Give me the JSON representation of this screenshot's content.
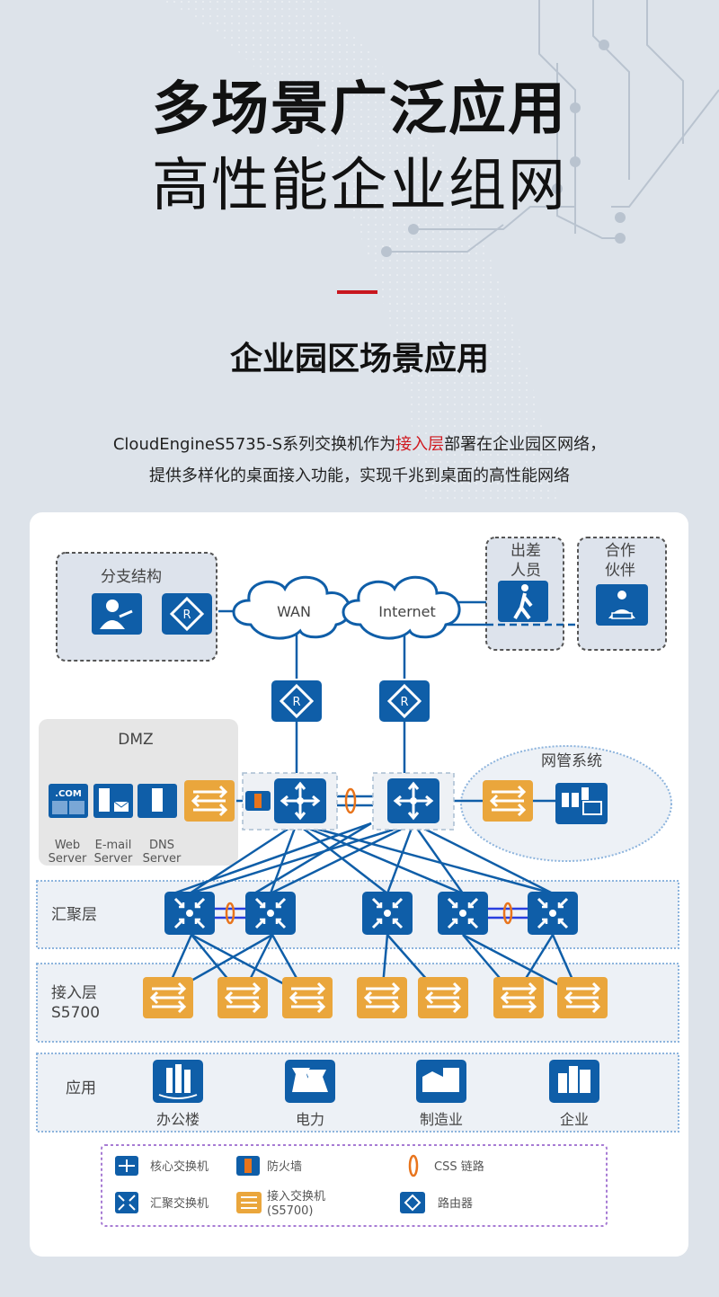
{
  "hero": {
    "title_line1": "多场景广泛应用",
    "title_line2": "高性能企业组网"
  },
  "section": {
    "title": "企业园区场景应用"
  },
  "intro": {
    "line1_before": "CloudEngineS5735-S系列交换机作为",
    "line1_highlight": "接入层",
    "line1_after": "部署在企业园区网络，",
    "line2": "提供多样化的桌面接入功能，实现千兆到桌面的高性能网络"
  },
  "colors": {
    "accent_red": "#c8161e",
    "device_blue": "#0f5ea8",
    "access_orange": "#eaa63c",
    "css_link": "#e8741c",
    "legend_border": "#a77bd4"
  },
  "diagram": {
    "branch": {
      "label": "分支结构",
      "icons": [
        "branch-user-icon",
        "router-icon"
      ]
    },
    "wan": {
      "label": "WAN"
    },
    "internet": {
      "label": "Internet"
    },
    "travel": {
      "label_line1": "出差",
      "label_line2": "人员",
      "icon": "traveler-icon"
    },
    "partner": {
      "label_line1": "合作",
      "label_line2": "伙伴",
      "icon": "partner-icon"
    },
    "dmz": {
      "label": "DMZ",
      "servers": [
        {
          "icon": "web-server-icon",
          "badge": ".COM",
          "line1": "Web",
          "line2": "Server"
        },
        {
          "icon": "email-server-icon",
          "line1": "E-mail",
          "line2": "Server"
        },
        {
          "icon": "dns-server-icon",
          "line1": "DNS",
          "line2": "Server"
        }
      ]
    },
    "nms": {
      "label": "网管系统"
    },
    "layers": [
      {
        "label": "汇聚层"
      },
      {
        "label_line1": "接入层",
        "label_line2": "S5700"
      },
      {
        "label": "应用"
      }
    ],
    "applications": [
      {
        "label": "办公楼",
        "icon": "office-building-icon"
      },
      {
        "label": "电力",
        "icon": "power-plant-icon"
      },
      {
        "label": "制造业",
        "icon": "factory-icon"
      },
      {
        "label": "企业",
        "icon": "enterprise-icon"
      }
    ]
  },
  "legend": {
    "items": [
      {
        "label": "核心交换机",
        "icon": "core-switch-icon"
      },
      {
        "label": "防火墙",
        "icon": "firewall-icon"
      },
      {
        "label": "CSS 链路",
        "icon": "css-link-icon"
      },
      {
        "label": "汇聚交换机",
        "icon": "aggregation-switch-icon"
      },
      {
        "label_line1": "接入交换机",
        "label_line2": "(S5700)",
        "icon": "access-switch-icon"
      },
      {
        "label": "路由器",
        "icon": "router-icon"
      }
    ]
  }
}
